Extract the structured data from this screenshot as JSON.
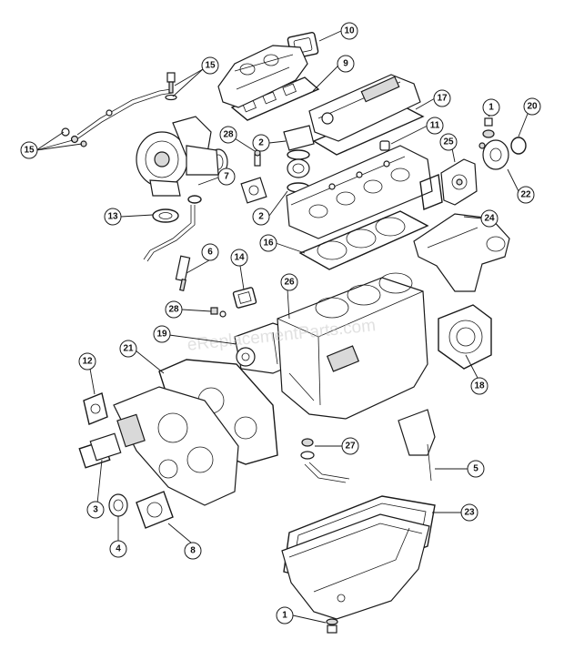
{
  "watermark": "eReplacementParts.com",
  "callouts": [
    "1",
    "1",
    "2",
    "2",
    "3",
    "4",
    "5",
    "6",
    "7",
    "8",
    "9",
    "10",
    "11",
    "12",
    "13",
    "14",
    "15",
    "15",
    "16",
    "17",
    "18",
    "19",
    "20",
    "21",
    "22",
    "23",
    "24",
    "25",
    "26",
    "27",
    "28",
    "28"
  ]
}
